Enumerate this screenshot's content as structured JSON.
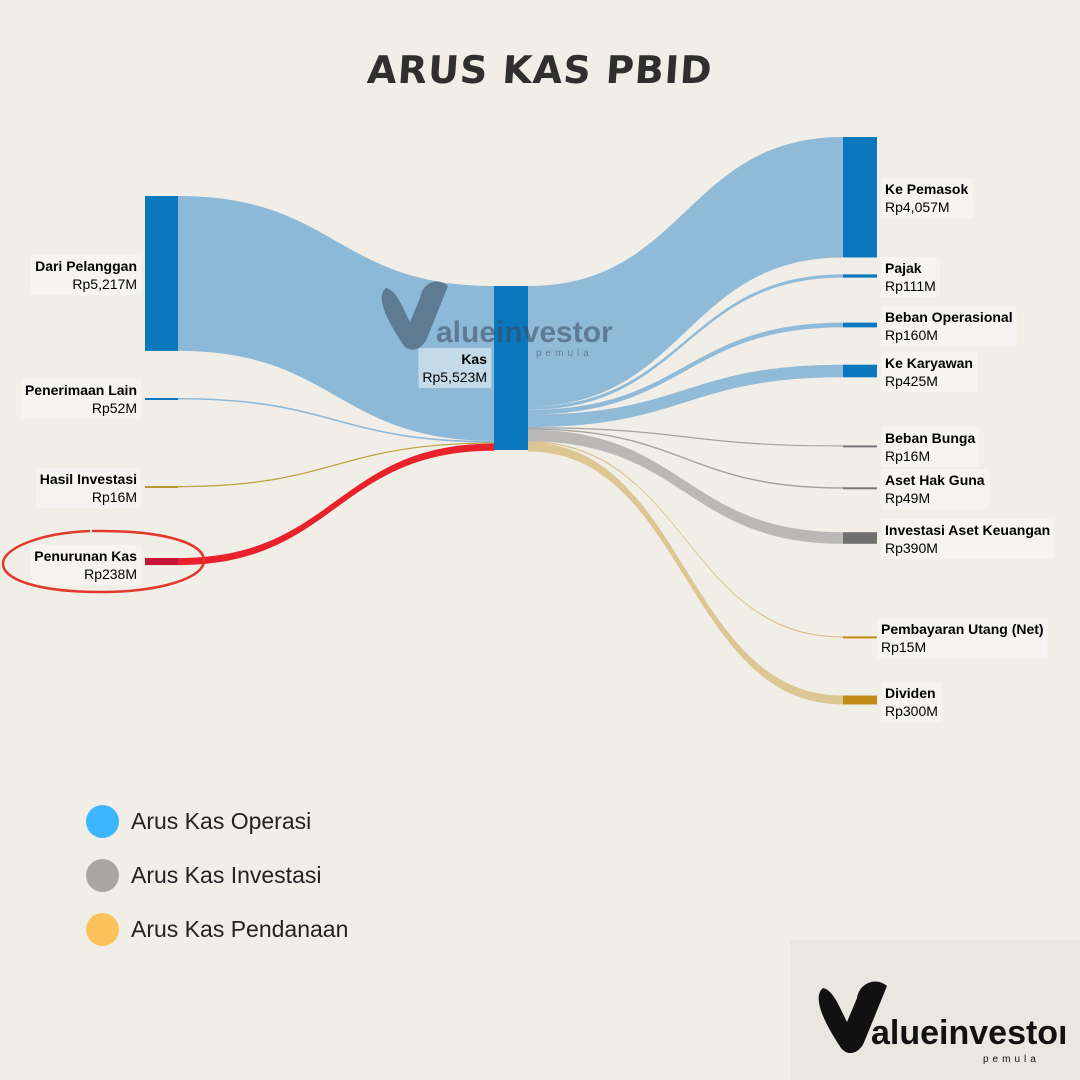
{
  "title": "ARUS KAS PBID",
  "chart_data": {
    "type": "sankey",
    "title": "ARUS KAS PBID",
    "center": {
      "name": "Kas",
      "value": "Rp5,523M",
      "amount": 5523
    },
    "sources": [
      {
        "id": "dari-pelanggan",
        "name": "Dari Pelanggan",
        "value": "Rp5,217M",
        "amount": 5217,
        "node_color": "#0b77bd",
        "link_color": "#7fb3d5"
      },
      {
        "id": "penerimaan-lain",
        "name": "Penerimaan Lain",
        "value": "Rp52M",
        "amount": 52,
        "node_color": "#0b77bd",
        "link_color": "#7fb3d5"
      },
      {
        "id": "hasil-investasi",
        "name": "Hasil Investasi",
        "value": "Rp16M",
        "amount": 16,
        "node_color": "#b8962b",
        "link_color": "#b8962b"
      },
      {
        "id": "penurunan-kas",
        "name": "Penurunan Kas",
        "value": "Rp238M",
        "amount": 238,
        "node_color": "#c9143a",
        "link_color": "#e8212b"
      }
    ],
    "targets": [
      {
        "id": "ke-pemasok",
        "name": "Ke Pemasok",
        "value": "Rp4,057M",
        "amount": 4057,
        "node_color": "#0b77bd",
        "link_color": "#85b5d6"
      },
      {
        "id": "pajak",
        "name": "Pajak",
        "value": "Rp111M",
        "amount": 111,
        "node_color": "#0b77bd",
        "link_color": "#85b5d6"
      },
      {
        "id": "beban-operasional",
        "name": "Beban Operasional",
        "value": "Rp160M",
        "amount": 160,
        "node_color": "#0b77bd",
        "link_color": "#85b5d6"
      },
      {
        "id": "ke-karyawan",
        "name": "Ke Karyawan",
        "value": "Rp425M",
        "amount": 425,
        "node_color": "#0b77bd",
        "link_color": "#85b5d6"
      },
      {
        "id": "beban-bunga",
        "name": "Beban Bunga",
        "value": "Rp16M",
        "amount": 16,
        "node_color": "#777777",
        "link_color": "#9a9a9a"
      },
      {
        "id": "aset-hak-guna",
        "name": "Aset Hak Guna",
        "value": "Rp49M",
        "amount": 49,
        "node_color": "#777777",
        "link_color": "#9a9a9a"
      },
      {
        "id": "investasi-aset-keuangan",
        "name": "Investasi Aset Keuangan",
        "value": "Rp390M",
        "amount": 390,
        "node_color": "#6f6f6f",
        "link_color": "#b3b1ae"
      },
      {
        "id": "pembayaran-utang",
        "name": "Pembayaran Utang (Net)",
        "value": "Rp15M",
        "amount": 15,
        "node_color": "#c08a14",
        "link_color": "#d6b97a"
      },
      {
        "id": "dividen",
        "name": "Dividen",
        "value": "Rp300M",
        "amount": 300,
        "node_color": "#c08a14",
        "link_color": "#d9c28a"
      }
    ],
    "highlight": "penurunan-kas",
    "legend": [
      {
        "label": "Arus Kas Operasi",
        "color": "#3cb5ff"
      },
      {
        "label": "Arus Kas Investasi",
        "color": "#a9a6a0"
      },
      {
        "label": "Arus Kas Pendanaan",
        "color": "#fcc25c"
      }
    ],
    "legend_position": "bottom-left"
  },
  "logo": {
    "brand": "alueinvestor",
    "tagline": "pemula"
  }
}
